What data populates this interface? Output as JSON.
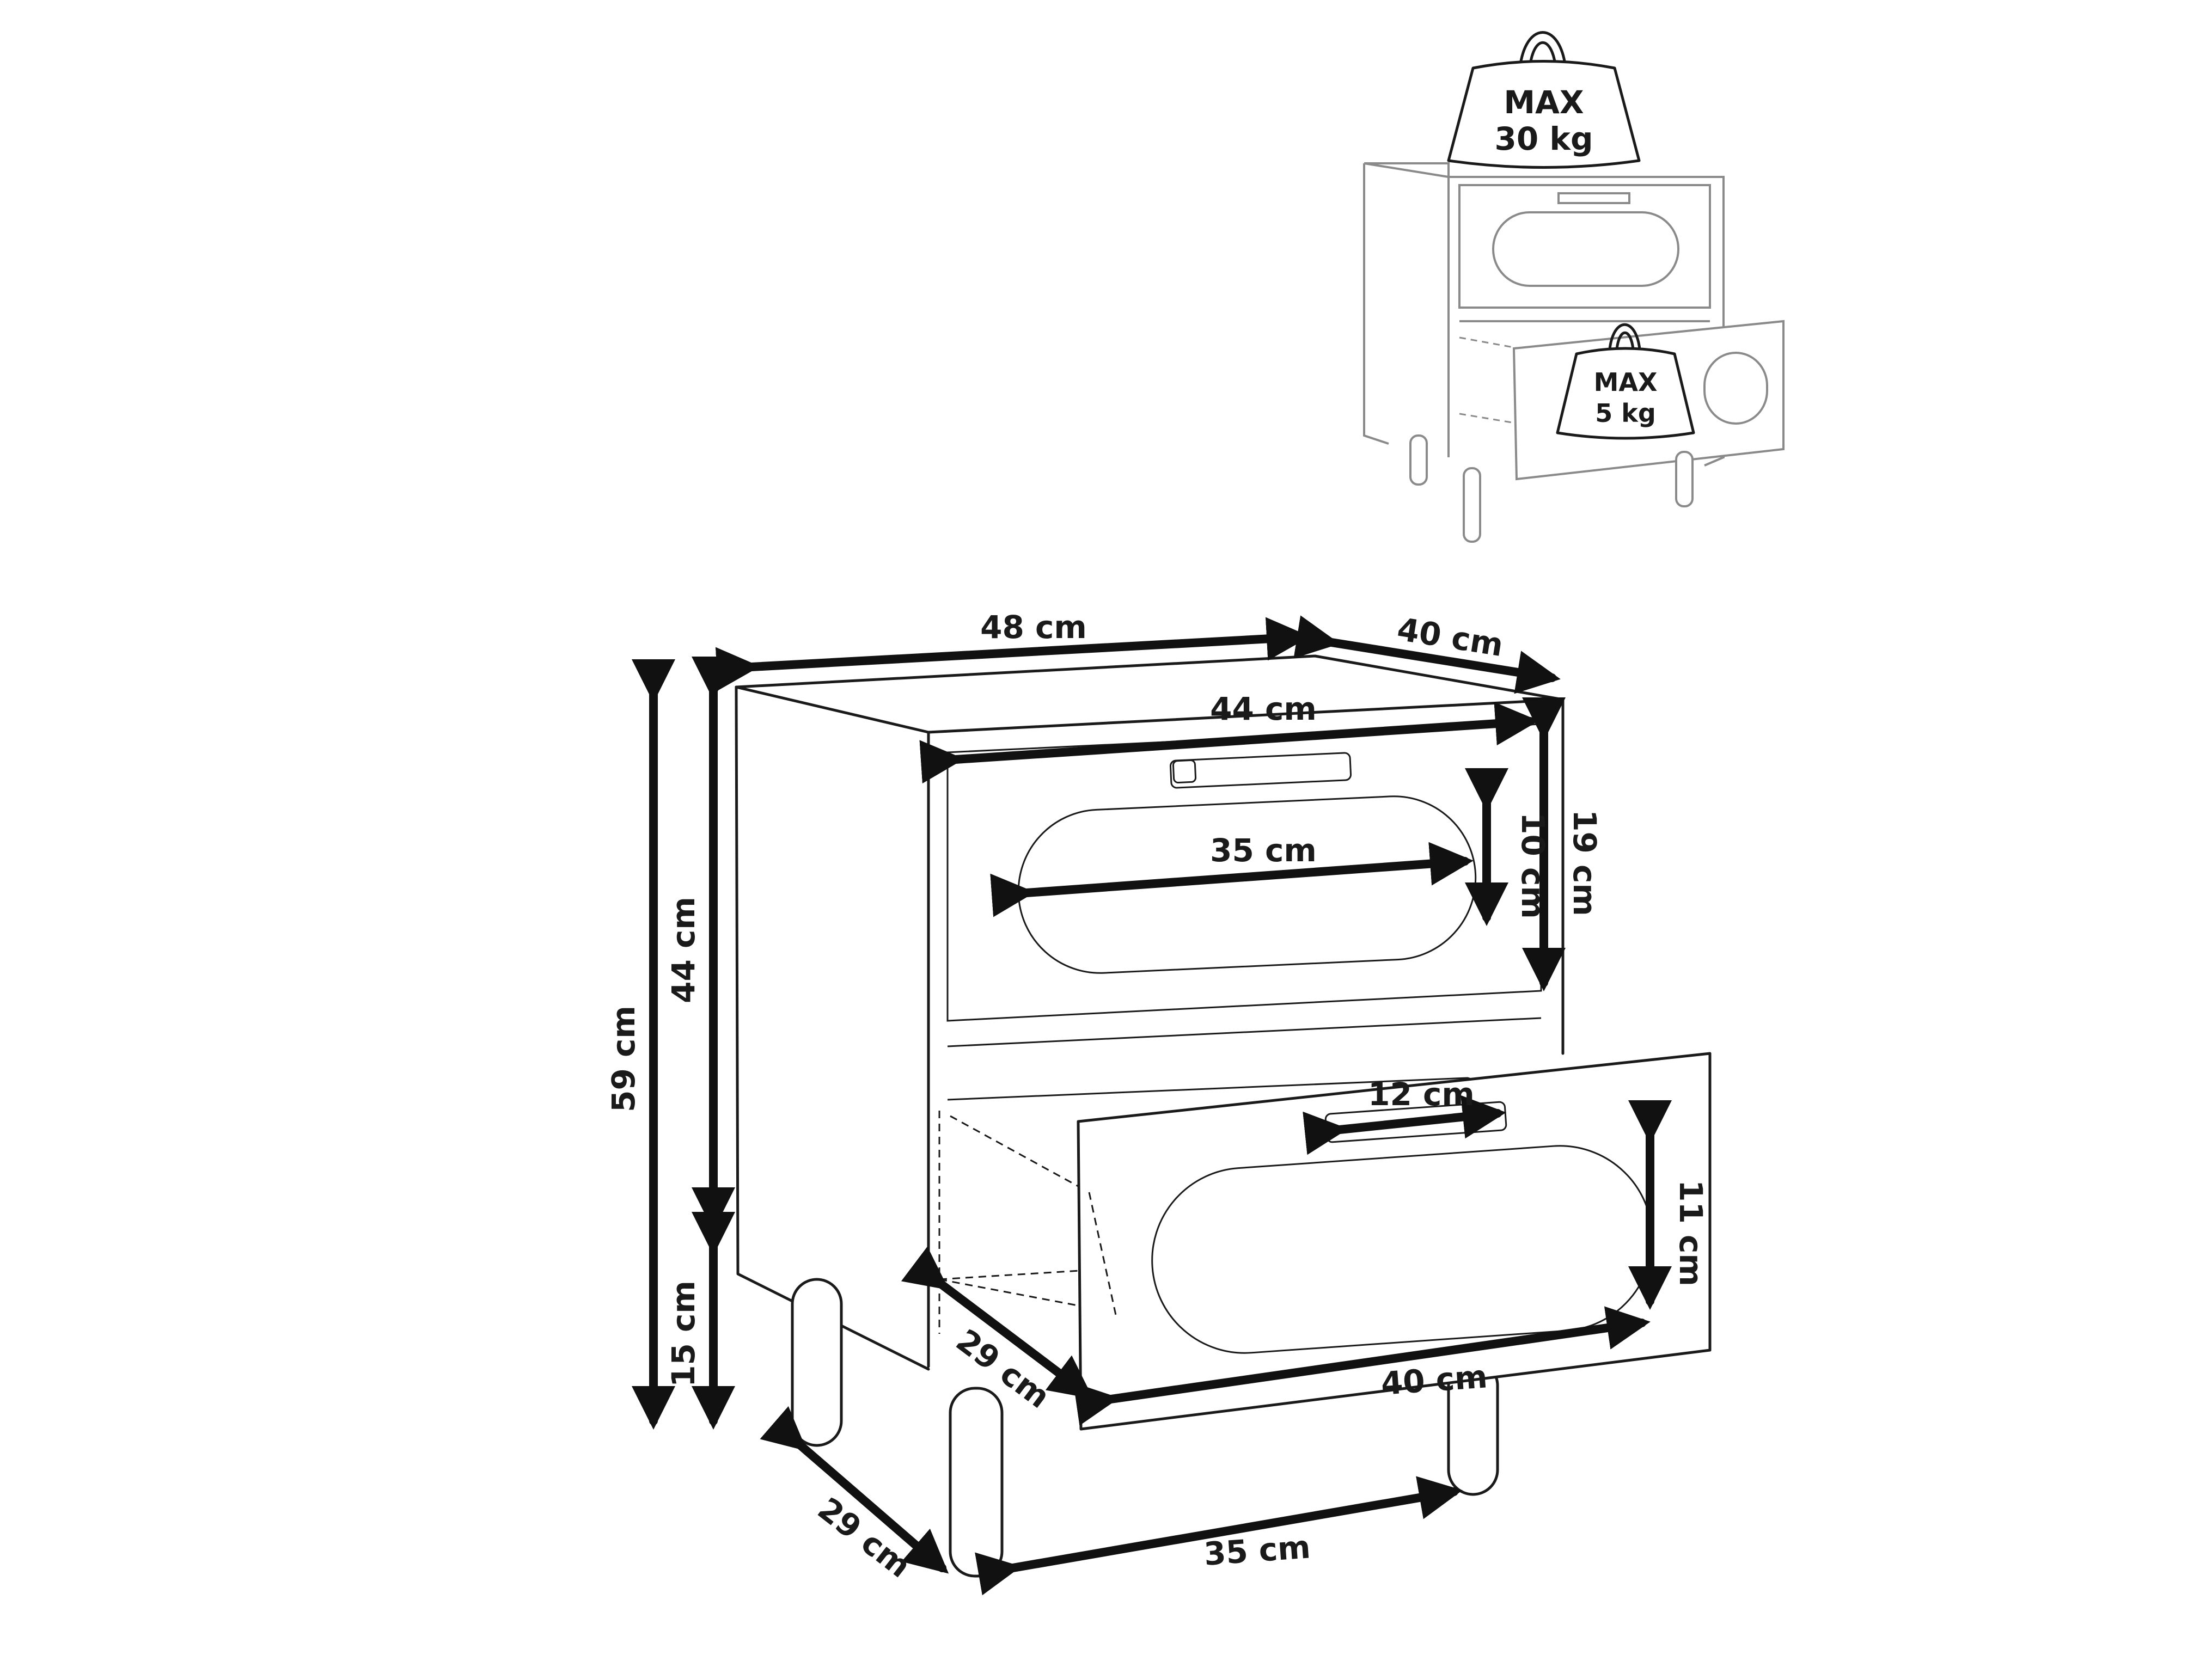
{
  "labels": {
    "total_width": "48 cm",
    "total_depth": "40 cm",
    "drawer_front_width": "44 cm",
    "cutout_width": "35 cm",
    "cutout_height": "10 cm",
    "drawer_front_height": "19 cm",
    "total_height": "59 cm",
    "body_height": "44 cm",
    "leg_height": "15 cm",
    "handle_width": "12 cm",
    "drawer_inner_height": "11 cm",
    "drawer_inner_depth": "29 cm",
    "drawer_inner_width": "40 cm",
    "leg_depth_spacing": "29 cm",
    "leg_width_spacing": "35 cm"
  },
  "load": {
    "top_max": "MAX",
    "top_weight": "30 kg",
    "drawer_max": "MAX",
    "drawer_weight": "5 kg"
  }
}
